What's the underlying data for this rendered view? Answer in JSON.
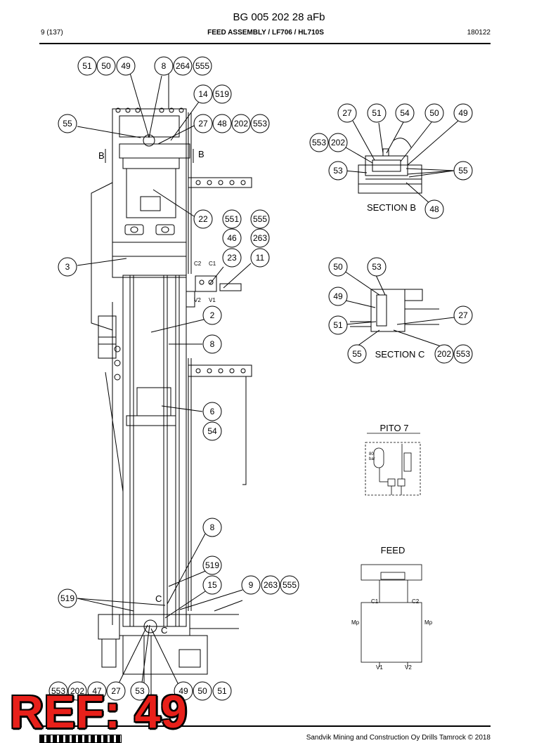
{
  "header": {
    "doc_number": "BG 005 202 28 aFb",
    "page": "9 (137)",
    "title": "FEED ASSEMBLY / LF706 / HL710S",
    "date_code": "180122"
  },
  "footer": {
    "copyright": "Sandvik Mining and Construction Oy Drills Tamrock © 2018"
  },
  "stamp": {
    "text": "REF: 49"
  },
  "callouts": {
    "main": [
      "51",
      "50",
      "49",
      "8",
      "264",
      "555",
      "14",
      "519",
      "55",
      "27",
      "48",
      "202",
      "553",
      "22",
      "551",
      "555",
      "46",
      "263",
      "23",
      "11",
      "3",
      "2",
      "8",
      "6",
      "54",
      "8",
      "519",
      "15",
      "9",
      "263",
      "555",
      "519",
      "553",
      "202",
      "47",
      "27",
      "53",
      "49",
      "50",
      "51"
    ],
    "section_b": [
      "27",
      "51",
      "54",
      "50",
      "49",
      "553",
      "202",
      "53",
      "55",
      "48"
    ],
    "section_c": [
      "50",
      "53",
      "49",
      "27",
      "51",
      "55",
      "202",
      "553"
    ]
  },
  "labels": {
    "section_b": "SECTION B",
    "section_c": "SECTION C",
    "b_marker": "B",
    "c_marker": "C",
    "c2": "C2",
    "c1": "C1",
    "v2": "V2",
    "v1": "V1"
  },
  "pito": {
    "title": "PITO 7",
    "pressure": "80",
    "pressure_unit": "bar"
  },
  "feed": {
    "title": "FEED",
    "c1": "C1",
    "c2": "C2",
    "mp_left": "Mp",
    "mp_right": "Mp",
    "v1": "V1",
    "v2": "V2"
  }
}
